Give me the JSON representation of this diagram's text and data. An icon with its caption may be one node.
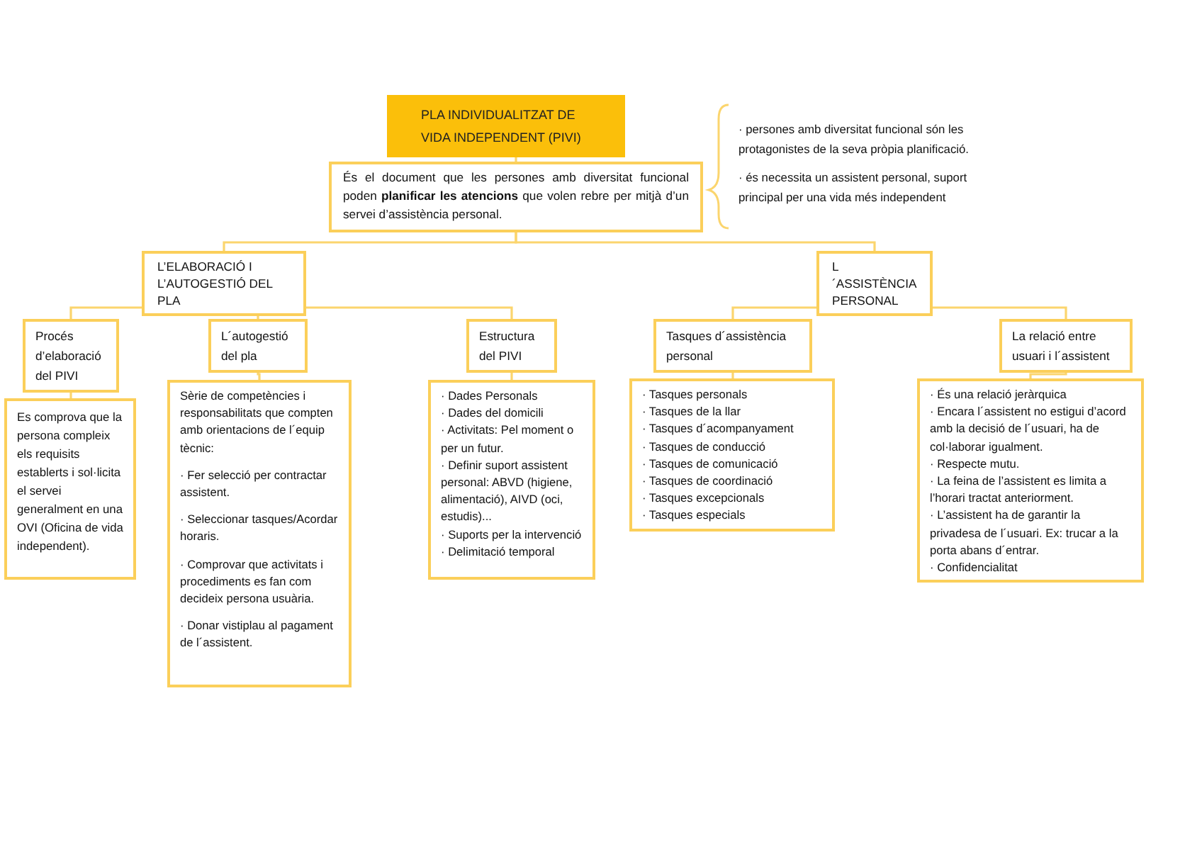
{
  "diagram": {
    "nodes": [
      {
        "text": [
          "PLA INDIVIDUALITZAT DE VIDA INDEPENDENT (PIVI)"
        ]
      },
      {
        "text": [
          "És el document que les persones amb diversitat funcional poden **planificar les atencions** que volen rebre per mitjà d’un servei d’assistència personal."
        ]
      },
      {
        "text": [
          "L’ELABORACIÓ I L’AUTOGESTIÓ DEL PLA"
        ]
      },
      {
        "text": [
          "L´ASSISTÈNCIA PERSONAL"
        ]
      },
      {
        "text": [
          "Procés d’elaboració del PIVI"
        ]
      },
      {
        "text": [
          "L´autogestió del pla"
        ]
      },
      {
        "text": [
          "Estructura del PIVI"
        ]
      },
      {
        "text": [
          "Tasques d´assistència personal"
        ]
      },
      {
        "text": [
          "La relació entre usuari i l´assistent"
        ]
      },
      {
        "text": [
          "Es comprova que la persona compleix els requisits establerts i sol·licita el servei generalment en una OVI (Oficina de vida independent)."
        ]
      },
      {
        "text": [
          "Sèrie de competències i responsabilitats que compten amb orientacions de l´equip tècnic:",
          "· Fer selecció per contractar assistent.",
          "· Seleccionar tasques/Acordar horaris.",
          "· Comprovar que activitats i procediments es fan com decideix persona usuària.",
          "· Donar vistiplau al pagament de l´assistent."
        ]
      },
      {
        "text": [
          "· Dades Personals",
          "· Dades del domicili",
          "· Activitats: Pel moment o per un futur.",
          "· Definir suport assistent personal: ABVD (higiene, alimentació), AIVD (oci, estudis)...",
          "· Suports per la intervenció",
          "· Delimitació temporal"
        ]
      },
      {
        "text": [
          "· Tasques personals",
          "· Tasques de la llar",
          "· Tasques d´acompanyament",
          "· Tasques de conducció",
          "· Tasques de comunicació",
          "· Tasques de coordinació",
          "· Tasques excepcionals",
          "· Tasques especials"
        ]
      },
      {
        "text": [
          "· És una relació jeràrquica",
          "· Encara l´assistent no estigui d’acord amb la decisió de l´usuari, ha de col·laborar igualment.",
          "· Respecte mutu.",
          "· La feina de l’assistent es limita a l’horari tractat anteriorment.",
          "· L’assistent ha de garantir la privadesa de l´usuari. Ex: trucar a la porta abans d´entrar.",
          "· Confidencialitat"
        ]
      }
    ],
    "edges": [
      {
        "from": 0,
        "to": 1,
        "arrow": "none"
      },
      {
        "from": 1,
        "to": 2,
        "arrow": "none"
      },
      {
        "from": 1,
        "to": 3,
        "arrow": "none"
      },
      {
        "from": 2,
        "to": 4,
        "arrow": "none"
      },
      {
        "from": 2,
        "to": 5,
        "arrow": "none"
      },
      {
        "from": 2,
        "to": 6,
        "arrow": "none"
      },
      {
        "from": 3,
        "to": 7,
        "arrow": "none"
      },
      {
        "from": 3,
        "to": 8,
        "arrow": "none"
      },
      {
        "from": 4,
        "to": 9,
        "arrow": "none"
      },
      {
        "from": 5,
        "to": 10,
        "arrow": "none"
      },
      {
        "from": 6,
        "to": 11,
        "arrow": "none"
      },
      {
        "from": 7,
        "to": 12,
        "arrow": "none"
      },
      {
        "from": 8,
        "to": 13,
        "arrow": "none"
      }
    ],
    "labels": [
      "· persones amb diversitat funcional són les protagonistes de la seva pròpia planificació.",
      "· és necessita un assistent personal, suport principal per una vida més independent"
    ]
  }
}
